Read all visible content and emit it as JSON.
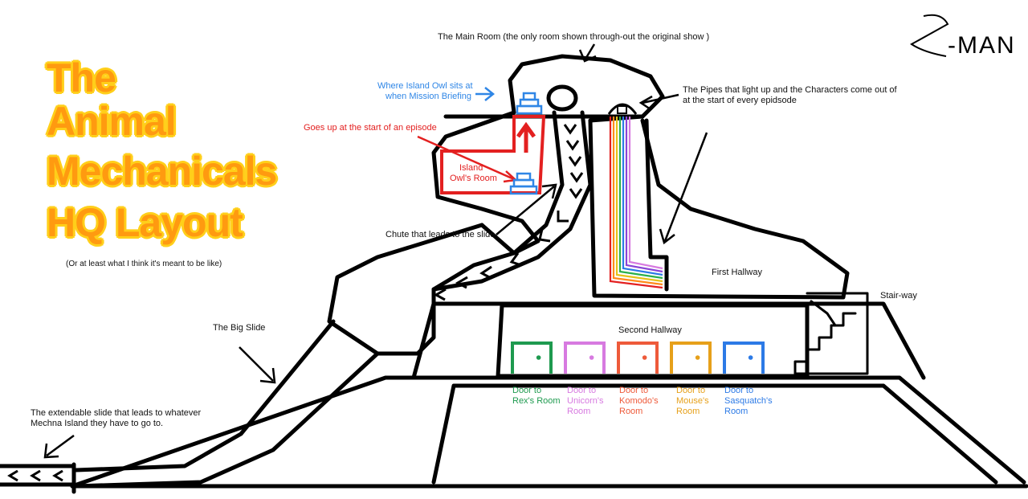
{
  "title": {
    "lines": [
      "The",
      "Animal",
      "Mechanicals",
      "HQ Layout"
    ],
    "subtitle": "(Or at least what I think it's meant to be like)"
  },
  "signature": "-MAN",
  "colors": {
    "title_fill": "#ff9a10",
    "title_outline": "#ffcf1a",
    "owl_label": "#2f86e6",
    "red": "#e32020",
    "rex": "#1e9a4f",
    "unicorn": "#d77ae0",
    "komodo": "#ee5a3a",
    "mouse": "#e6a01a",
    "sasquatch": "#2c7ae6"
  },
  "labels": {
    "main_room": "The Main Room (the only room shown through-out the original show )",
    "owl_sits": [
      "Where Island Owl sits at",
      "when Mission Briefing"
    ],
    "goes_up": "Goes up at the start of an episode",
    "owls_room": [
      "Island",
      "Owl's Room"
    ],
    "pipes": [
      "The Pipes that light up and the Characters come out of",
      "at the start of every epidsode"
    ],
    "chute": "Chute that leads to the slide",
    "first_hallway": "First Hallway",
    "stairway": "Stair-way",
    "second_hallway": "Second Hallway",
    "big_slide": "The Big Slide",
    "extendable_slide": [
      "The extendable slide that leads to whatever",
      "Mechna Island they have to go to."
    ]
  },
  "doors": [
    {
      "label": [
        "Door to",
        "Rex's Room"
      ],
      "color": "#1e9a4f"
    },
    {
      "label": [
        "Door to",
        "Unicorn's",
        "Room"
      ],
      "color": "#d77ae0"
    },
    {
      "label": [
        "Door to",
        "Komodo's",
        "Room"
      ],
      "color": "#ee5a3a"
    },
    {
      "label": [
        "Door to",
        "Mouse's",
        "Room"
      ],
      "color": "#e6a01a"
    },
    {
      "label": [
        "Door to",
        "Sasquatch's",
        "Room"
      ],
      "color": "#2c7ae6"
    }
  ]
}
